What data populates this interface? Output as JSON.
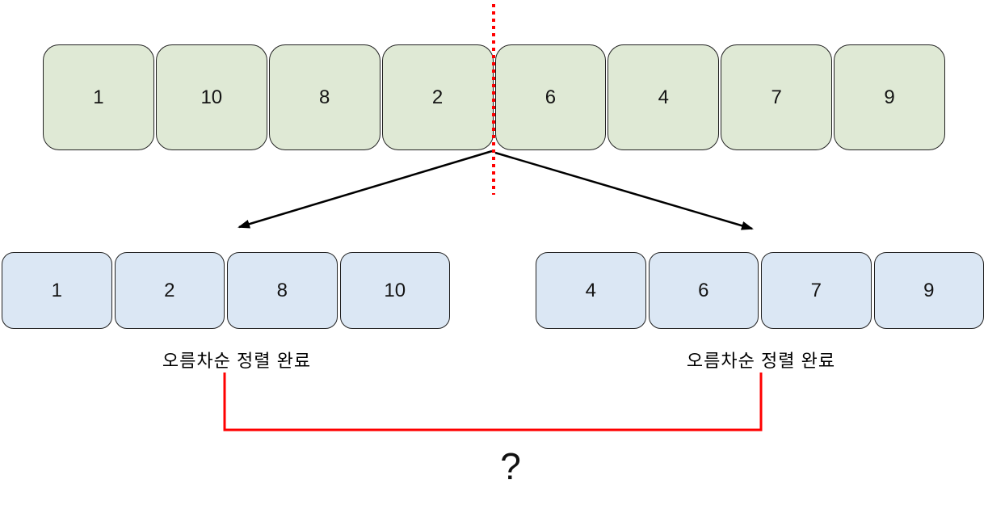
{
  "colors": {
    "box_green_fill": "#dfe9d5",
    "box_blue_fill": "#dbe7f4",
    "divider_red": "#ff0000",
    "bracket_red": "#ff0000",
    "arrow_black": "#000000"
  },
  "top_row": {
    "values": [
      "1",
      "10",
      "8",
      "2",
      "6",
      "4",
      "7",
      "9"
    ]
  },
  "left_group": {
    "values": [
      "1",
      "2",
      "8",
      "10"
    ],
    "label": "오름차순 정렬 완료"
  },
  "right_group": {
    "values": [
      "4",
      "6",
      "7",
      "9"
    ],
    "label": "오름차순 정렬 완료"
  },
  "merge": {
    "question_mark": "?"
  }
}
